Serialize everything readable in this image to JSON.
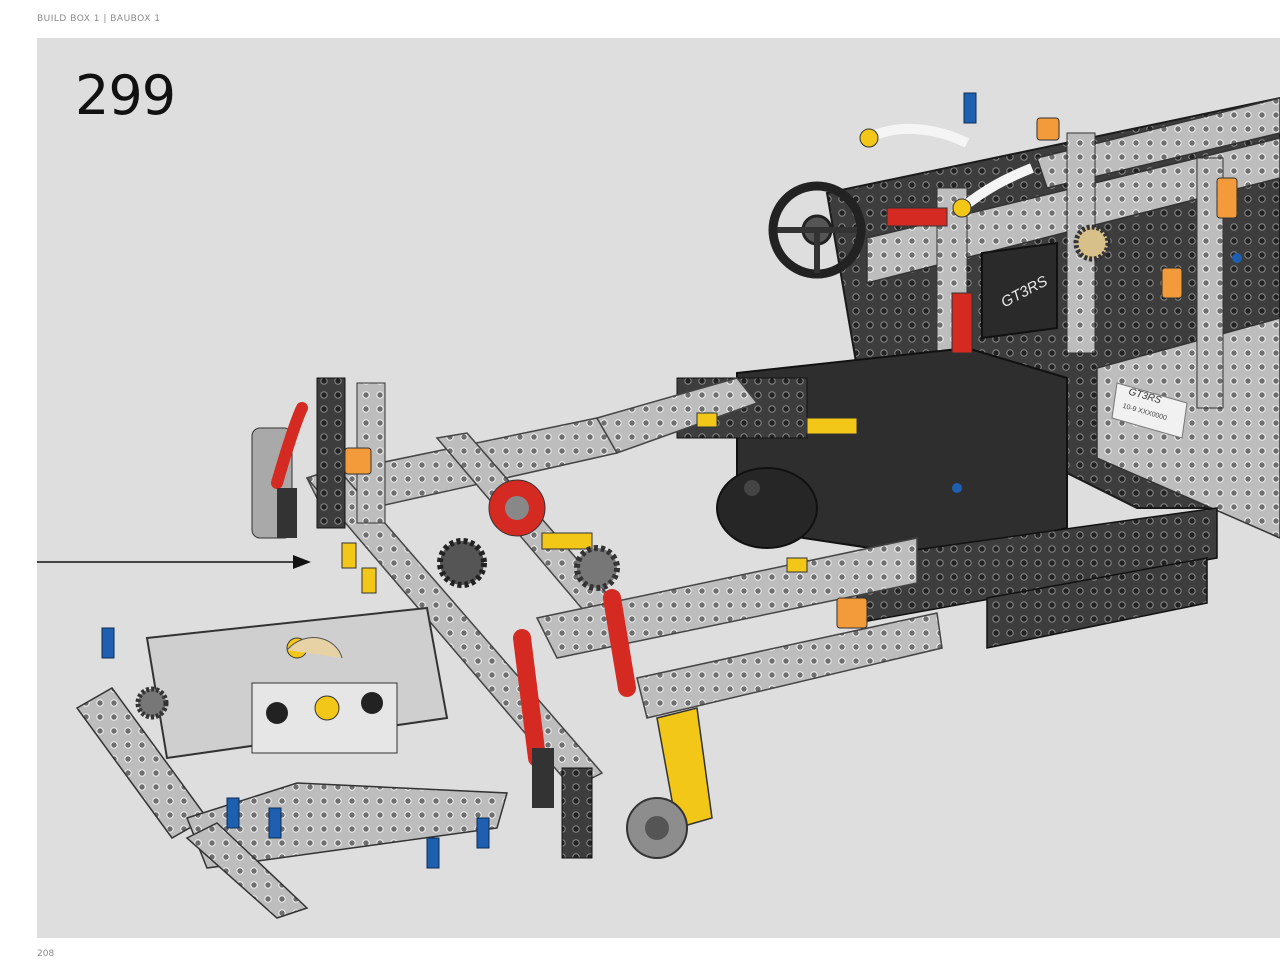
{
  "header": {
    "text": "BUILD BOX 1  |  BAUBOX 1"
  },
  "step": {
    "number": "299"
  },
  "model": {
    "badge_top": "GT3RS",
    "badge_side": "GT3RS",
    "badge_side_sub": "10-9 XXX0000"
  },
  "colors": {
    "background": "#dedede",
    "dark_grey": "#3c3c3c",
    "light_grey": "#b9b9b9",
    "red": "#d42a22",
    "yellow": "#f2c718",
    "orange": "#f39a3a",
    "blue": "#1f5fb0"
  },
  "footer": {
    "page_number": "208"
  }
}
